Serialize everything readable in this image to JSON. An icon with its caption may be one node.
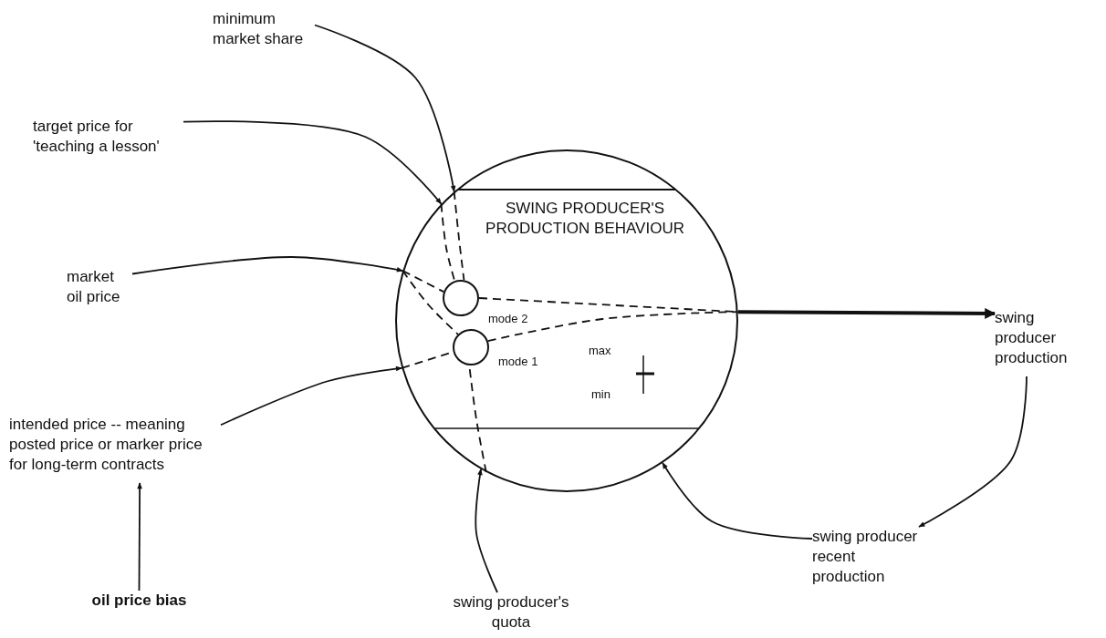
{
  "diagram": {
    "nodes": [
      {
        "text": [
          "SWING PRODUCER'S PRODUCTION BEHAVIOUR"
        ]
      },
      {
        "text": [
          "minimum market share"
        ]
      },
      {
        "text": [
          "target price for 'teaching a lesson'"
        ]
      },
      {
        "text": [
          "market oil price"
        ]
      },
      {
        "text": [
          "intended price -- meaning posted price or marker price for long-term contracts"
        ]
      },
      {
        "text": [
          "oil price bias"
        ]
      },
      {
        "text": [
          "swing producer's quota"
        ]
      },
      {
        "text": [
          "swing producer recent production"
        ]
      },
      {
        "text": [
          "swing producer production"
        ]
      },
      {
        "text": [],
        "shape": "circle",
        "in": 0,
        "beside": [
          "mode 2"
        ]
      },
      {
        "text": [],
        "shape": "circle",
        "in": 0,
        "beside": [
          "mode 1"
        ]
      }
    ],
    "edges": [
      {
        "from": 1,
        "to": 0,
        "arrow": "to"
      },
      {
        "from": 2,
        "to": 0,
        "arrow": "to"
      },
      {
        "from": 3,
        "to": 0,
        "arrow": "to"
      },
      {
        "from": 4,
        "to": 0,
        "arrow": "to"
      },
      {
        "from": 5,
        "to": 4,
        "arrow": "to"
      },
      {
        "from": 6,
        "to": 0,
        "arrow": "to"
      },
      {
        "from": 7,
        "to": 0,
        "arrow": "to"
      },
      {
        "from": 0,
        "to": 8,
        "arrow": "to",
        "style": "thick"
      },
      {
        "from": 8,
        "to": 7,
        "arrow": "to"
      },
      {
        "from": 0,
        "to": 9,
        "arrow": "none",
        "style": "dashed"
      },
      {
        "from": 0,
        "to": 9,
        "arrow": "none",
        "style": "dashed"
      },
      {
        "from": 0,
        "to": 9,
        "arrow": "none",
        "style": "dashed"
      },
      {
        "from": 0,
        "to": 10,
        "arrow": "none",
        "style": "dashed"
      },
      {
        "from": 0,
        "to": 10,
        "arrow": "none",
        "style": "dashed"
      },
      {
        "from": 0,
        "to": 10,
        "arrow": "none",
        "style": "dashed"
      },
      {
        "from": 9,
        "to": 0,
        "arrow": "none",
        "style": "dashed"
      },
      {
        "from": 10,
        "to": 0,
        "arrow": "none",
        "style": "dashed"
      }
    ],
    "labels": [
      "max",
      "min"
    ]
  }
}
